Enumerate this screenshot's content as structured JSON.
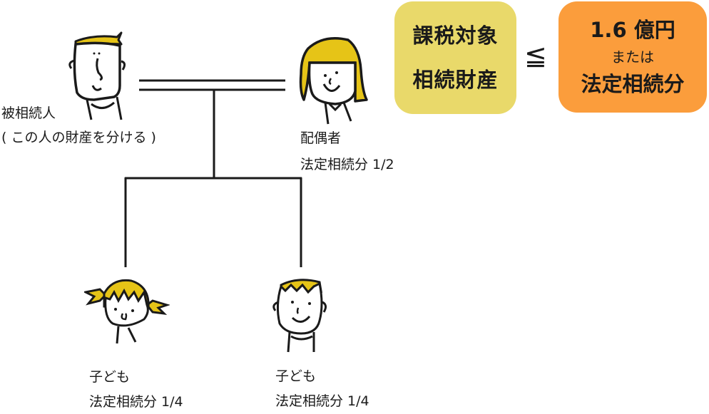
{
  "family": {
    "decedent": {
      "title": "被相続人",
      "note": "( この人の財産を分ける )",
      "icon": "man-face-icon"
    },
    "spouse": {
      "title": "配偶者",
      "share": "法定相続分 1/2",
      "icon": "woman-face-icon"
    },
    "children": [
      {
        "title": "子ども",
        "share": "法定相続分 1/4",
        "icon": "girl-face-icon"
      },
      {
        "title": "子ども",
        "share": "法定相続分 1/4",
        "icon": "boy-face-icon"
      }
    ]
  },
  "formula": {
    "left_box": {
      "line1": "課税対象",
      "line2": "相続財産",
      "color": "#e9d96a"
    },
    "operator": "≦",
    "right_box": {
      "line1": "1.6 億円",
      "line2": "または",
      "line3": "法定相続分",
      "color": "#fb9d3c"
    }
  },
  "colors": {
    "hair": "#e6c417",
    "line": "#1a1a1a"
  }
}
